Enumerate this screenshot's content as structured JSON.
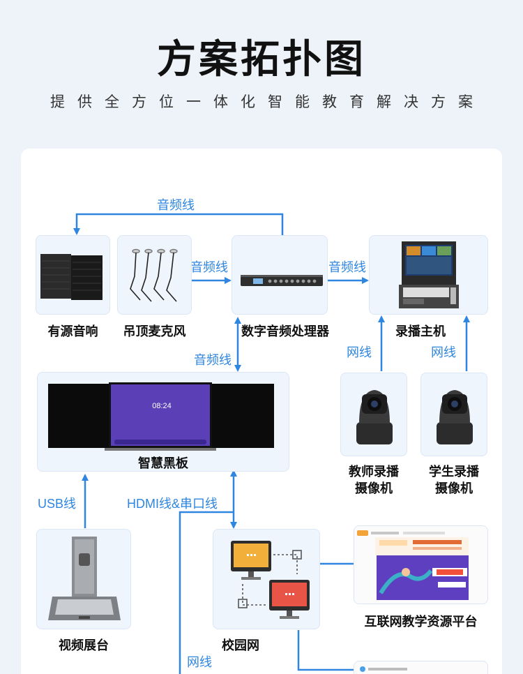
{
  "header": {
    "title": "方案拓扑图",
    "subtitle": "提供全方位一体化智能教育解决方案"
  },
  "nodes": {
    "speaker": "有源音响",
    "mic": "吊顶麦克风",
    "processor": "数字音频处理器",
    "recorder": "录播主机",
    "blackboard": "智慧黑板",
    "teacher_cam": "教师录播\n摄像机",
    "student_cam": "学生录播\n摄像机",
    "booth": "视频展台",
    "campus_net": "校园网",
    "internet": "互联网教学资源平台"
  },
  "links": {
    "audio_top": "音频线",
    "audio_mic": "音频线",
    "audio_rec": "音频线",
    "audio_board": "音频线",
    "net_teacher": "网线",
    "net_student": "网线",
    "usb": "USB线",
    "hdmi": "HDMI线&串口线",
    "net_bottom": "网线"
  },
  "screen": {
    "time": "08:24"
  },
  "colors": {
    "accent": "#2f86e0",
    "box_bg": "#eef5fd"
  }
}
